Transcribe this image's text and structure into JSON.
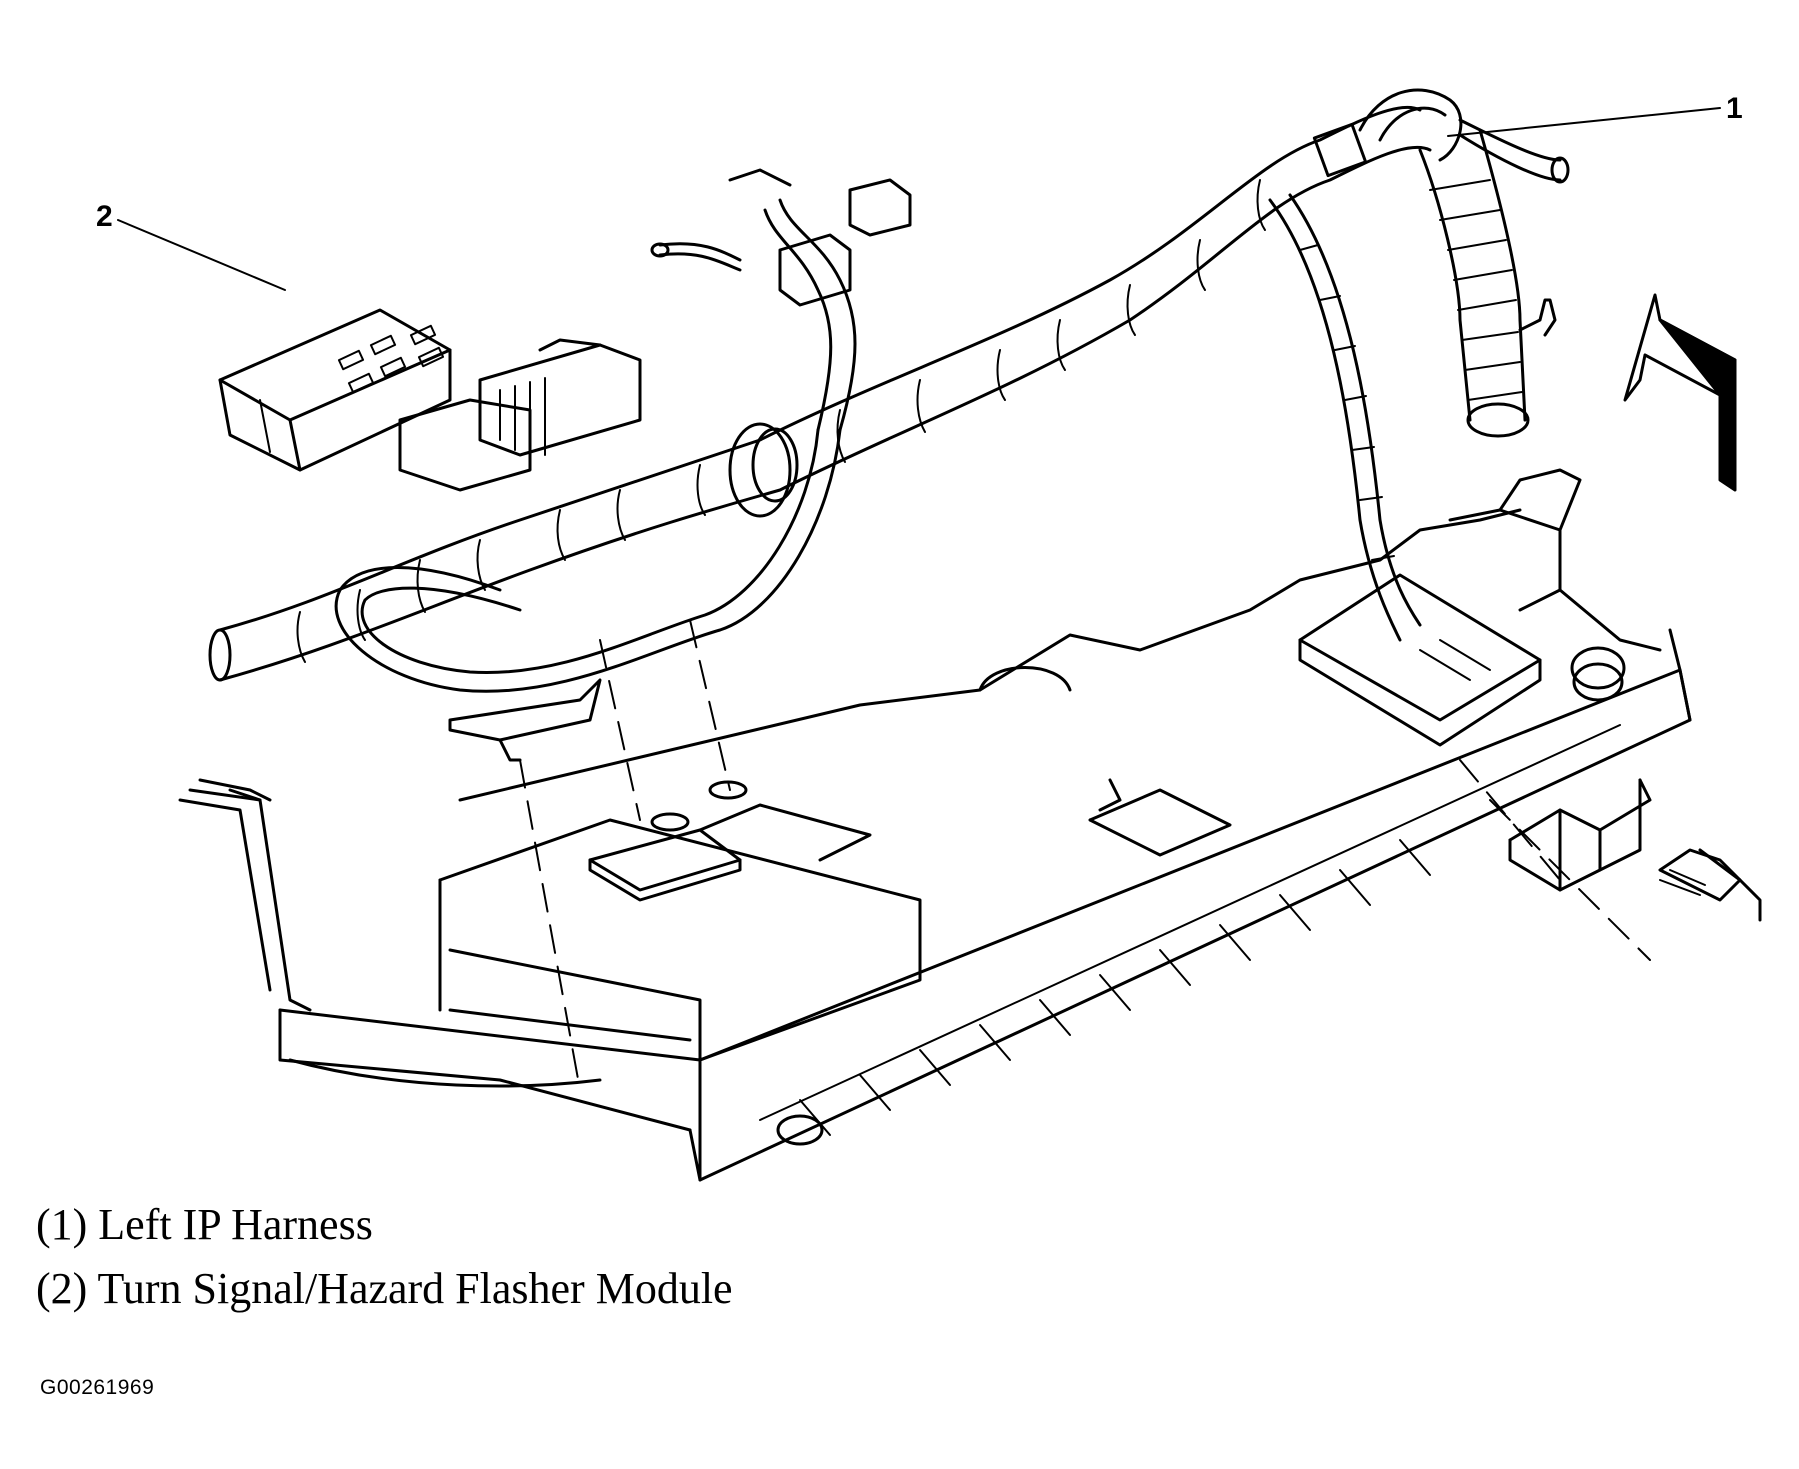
{
  "callouts": [
    {
      "number": "1",
      "label": "(1) Left IP Harness"
    },
    {
      "number": "2",
      "label": "(2) Turn Signal/Hazard Flasher Module"
    }
  ],
  "figure_id": "G00261969"
}
